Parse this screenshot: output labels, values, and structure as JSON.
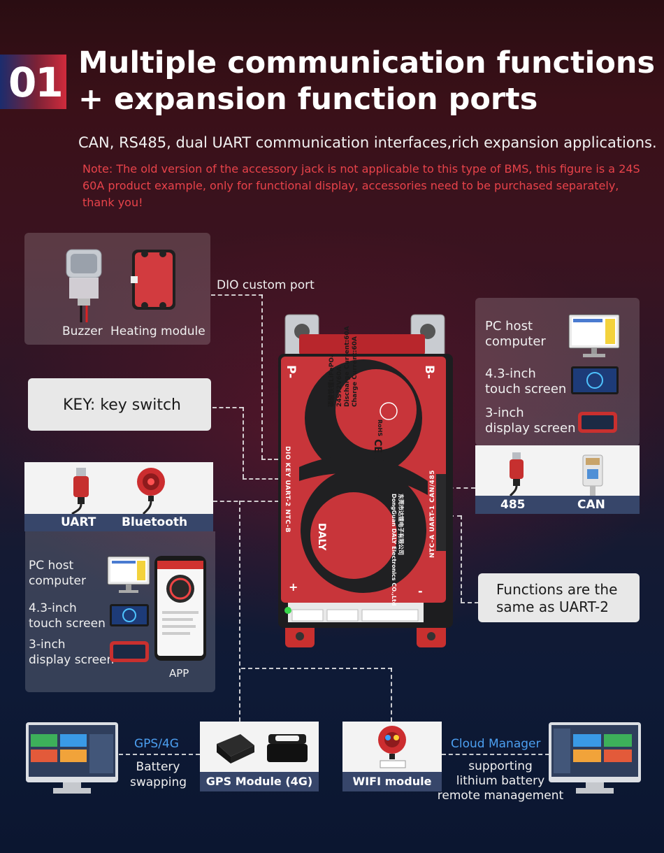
{
  "badge": {
    "number": "01"
  },
  "title": {
    "line1": "Multiple communication functions",
    "line2": "+ expansion function ports"
  },
  "subtitle": "CAN, RS485, dual UART communication interfaces,rich expansion applications.",
  "note": "Note: The old version of the accessory jack is not applicable to this type of BMS, this figure is a 24S 60A product example, only for functional display, accessories need to be purchased separately, thank you!",
  "dio_panel": {
    "buzzer": "Buzzer",
    "heating": "Heating module",
    "port_label": "DIO custom port"
  },
  "key_box": {
    "label": "KEY: key switch"
  },
  "uart_card": {
    "uart": "UART",
    "bluetooth": "Bluetooth"
  },
  "uart_panel": {
    "pc": [
      "PC host",
      "computer"
    ],
    "touch": [
      "4.3-inch",
      "touch screen"
    ],
    "display": [
      "3-inch",
      "display screen"
    ],
    "app": "APP"
  },
  "right_panel": {
    "pc": [
      "PC host",
      "computer"
    ],
    "touch": [
      "4.3-inch",
      "touch screen"
    ],
    "display": [
      "3-inch",
      "display screen"
    ]
  },
  "rs485_card": {
    "rs485": "485",
    "can": "CAN"
  },
  "functions_box": {
    "line1": "Functions are the",
    "line2": "same as UART-2"
  },
  "bms": {
    "p_minus": "P-",
    "b_minus": "B-",
    "plus": "+",
    "minus": "-",
    "product_cn": "磷酸铁锂LiFePO₄",
    "spec": "24S72V60A",
    "discharge": "Discharge Current:60A",
    "charge": "Charge     Current:60A",
    "rohs": "RoHS",
    "ce": "CE",
    "brand": "DALY",
    "company_cn": "东莞市达锂电子有限公司",
    "company_en": "DongGuan DALY Electronics CO.,Ltd",
    "ports_left": "DIO   KEY   UART-2  NTC-B",
    "ports_right": "NTC-A  UART-1  CAN/485"
  },
  "bottom": {
    "gps_label": "GPS/4G",
    "battery": [
      "Battery",
      "swapping"
    ],
    "gps_module": "GPS Module (4G)",
    "wifi_module": "WIFI module",
    "cloud_label": "Cloud Manager",
    "cloud_desc": [
      "supporting",
      "lithium battery",
      "remote management"
    ]
  },
  "colors": {
    "accent_red": "#d02b3c",
    "note_red": "#e8434a",
    "bms_red": "#c8353a",
    "label_blue": "#37466a",
    "cloud_blue": "#4c9ff0"
  }
}
